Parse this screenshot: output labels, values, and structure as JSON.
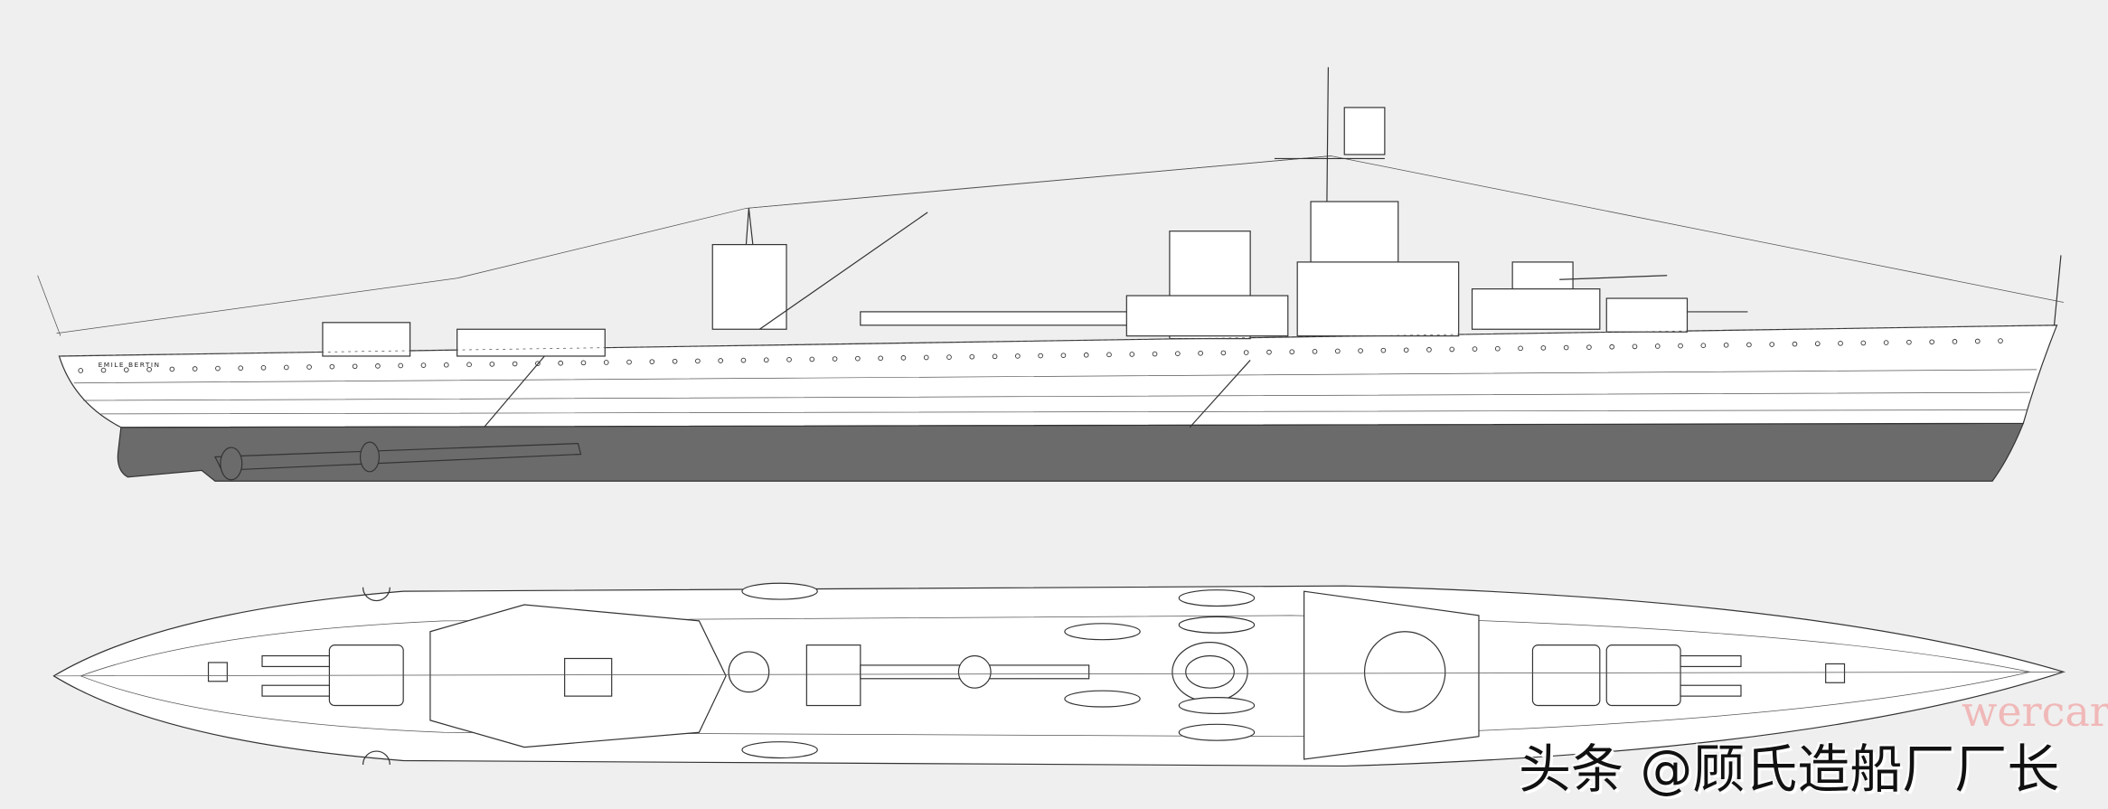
{
  "drawing": {
    "title": "Emile Bertin cruiser profile and plan",
    "hull_name": "EMILE BERTIN",
    "colors": {
      "background": "#efefef",
      "underwater_hull": "#6b6b6b",
      "topside": "#ffffff",
      "line": "#333333"
    }
  },
  "watermark": {
    "text": "头条 @顾氏造船厂厂长",
    "secondary": "wercar"
  }
}
